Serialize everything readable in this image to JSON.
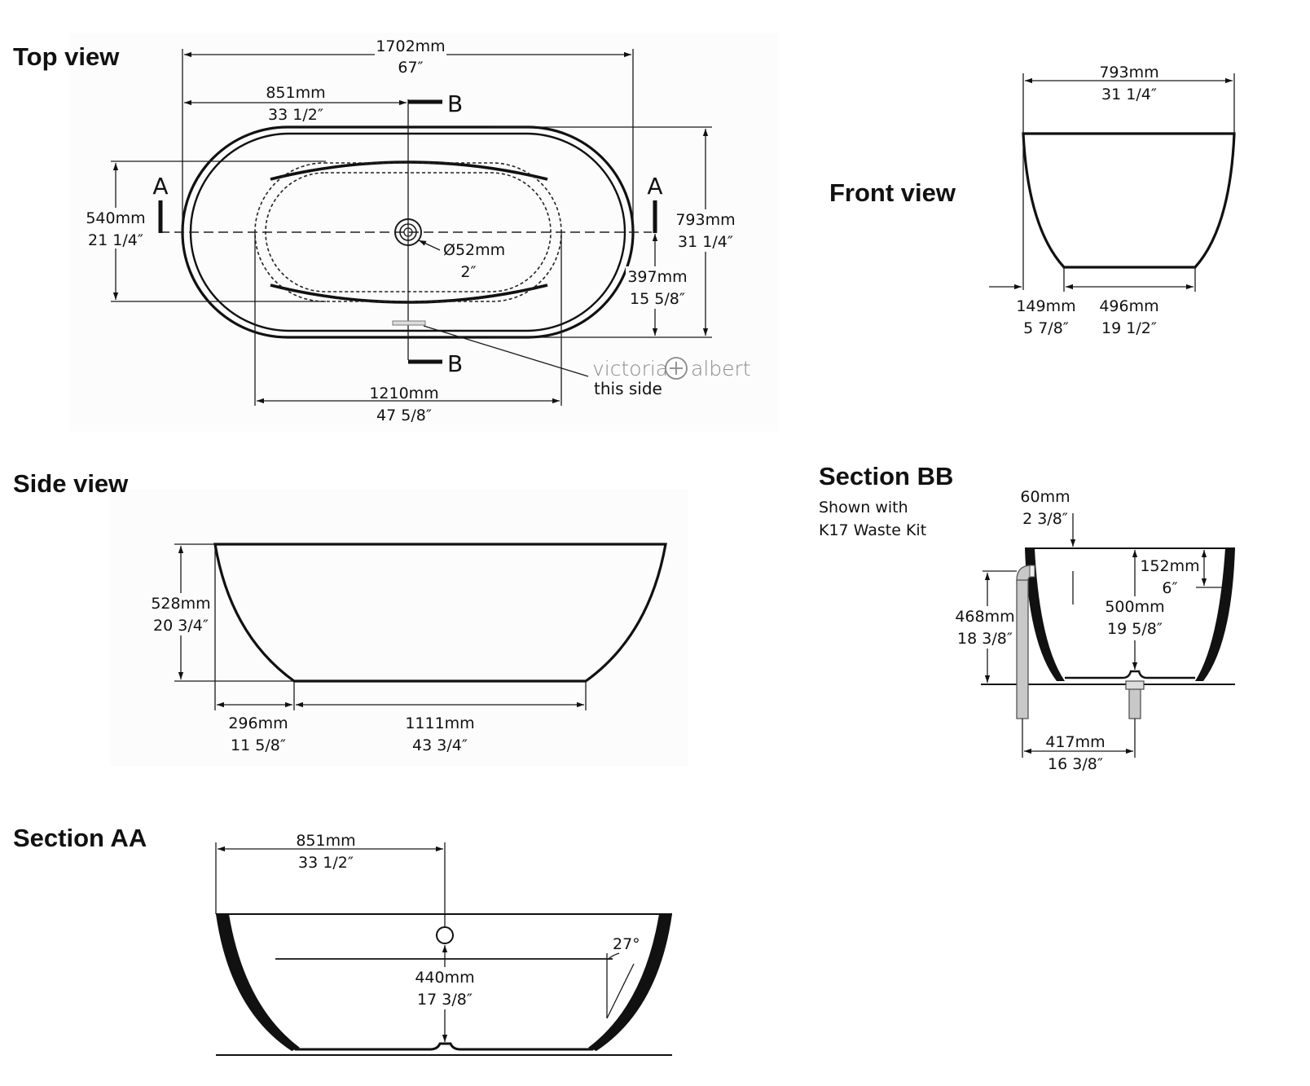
{
  "views": {
    "top": {
      "title": "Top view",
      "dims": {
        "length_mm": "1702mm",
        "length_in": "67″",
        "half_mm": "851mm",
        "half_in": "33 1/2″",
        "width_mm": "793mm",
        "width_in": "31 1/4″",
        "inner_mm": "540mm",
        "inner_in": "21 1/4″",
        "waste_mm": "Ø52mm",
        "waste_in": "2″",
        "offset_mm": "397mm",
        "offset_in": "15 5/8″",
        "base_mm": "1210mm",
        "base_in": "47 5/8″"
      },
      "section_a": "A",
      "section_b": "B"
    },
    "front": {
      "title": "Front view",
      "dims": {
        "width_mm": "793mm",
        "width_in": "31 1/4″",
        "side_mm": "149mm",
        "side_in": "5 7/8″",
        "base_mm": "496mm",
        "base_in": "19 1/2″"
      }
    },
    "side": {
      "title": "Side view",
      "dims": {
        "height_mm": "528mm",
        "height_in": "20 3/4″",
        "slope_mm": "296mm",
        "slope_in": "11 5/8″",
        "base_mm": "1111mm",
        "base_in": "43 3/4″"
      }
    },
    "section_bb": {
      "title": "Section BB",
      "subtitle_1": "Shown with",
      "subtitle_2": "K17 Waste Kit",
      "dims": {
        "rim_mm": "60mm",
        "rim_in": "2 3/8″",
        "overflow_mm": "152mm",
        "overflow_in": "6″",
        "pipe_mm": "468mm",
        "pipe_in": "18 3/8″",
        "depth_mm": "500mm",
        "depth_in": "19 5/8″",
        "spacing_mm": "417mm",
        "spacing_in": "16 3/8″"
      }
    },
    "section_aa": {
      "title": "Section AA",
      "dims": {
        "half_mm": "851mm",
        "half_in": "33 1/2″",
        "water_mm": "440mm",
        "water_in": "17 3/8″",
        "angle": "27°"
      }
    }
  },
  "brand": {
    "left": "victoria",
    "right": "albert",
    "note": "this side"
  },
  "colors": {
    "ink": "#111111",
    "brand_gray": "#8a8a8a"
  }
}
